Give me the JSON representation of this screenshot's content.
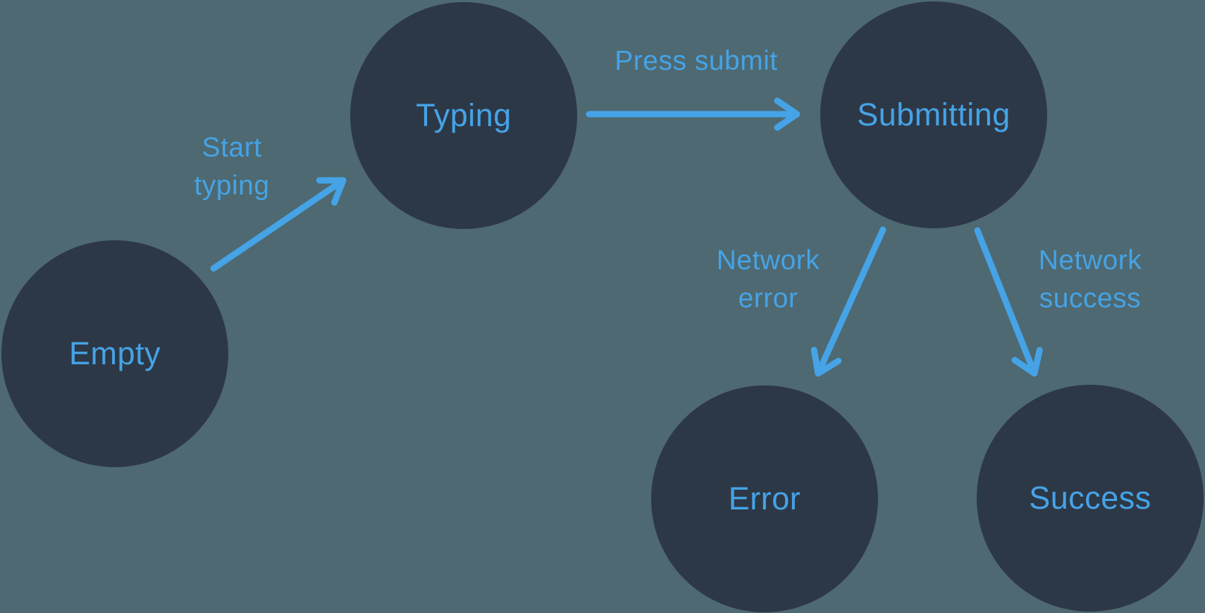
{
  "diagram": {
    "type": "state-machine",
    "states": [
      {
        "id": "empty",
        "label": "Empty"
      },
      {
        "id": "typing",
        "label": "Typing"
      },
      {
        "id": "submitting",
        "label": "Submitting"
      },
      {
        "id": "error",
        "label": "Error"
      },
      {
        "id": "success",
        "label": "Success"
      }
    ],
    "transitions": [
      {
        "from": "empty",
        "to": "typing",
        "label": "Start\ntyping"
      },
      {
        "from": "typing",
        "to": "submitting",
        "label": "Press submit"
      },
      {
        "from": "submitting",
        "to": "error",
        "label": "Network\nerror"
      },
      {
        "from": "submitting",
        "to": "success",
        "label": "Network\nsuccess"
      }
    ],
    "colors": {
      "background": "#4e6971",
      "state_fill": "#2d3847",
      "accent": "#45a3e6"
    }
  }
}
